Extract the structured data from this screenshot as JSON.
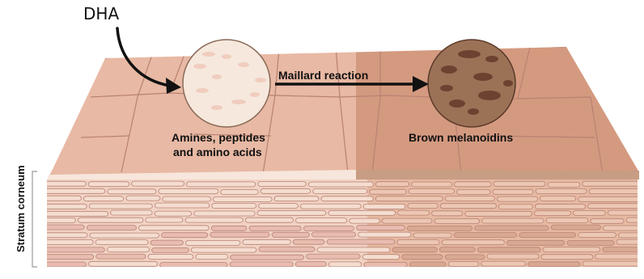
{
  "diagram": {
    "labels": {
      "dha": "DHA",
      "reaction": "Maillard reaction",
      "reactants_line1": "Amines, peptides",
      "reactants_line2": "and amino acids",
      "product": "Brown melanoidins",
      "layer": "Stratum corneum"
    },
    "colors": {
      "skin_light": "#e8b9a4",
      "skin_tanned": "#d49a80",
      "skin_edge": "#f7e6dc",
      "tanned_edge": "#c79d83",
      "cell_fill": "#f1d2c3",
      "cell_tanned": "#e6b9a3",
      "cell_stroke": "#b88272",
      "reactant_circle": "#f6e8dc",
      "reactant_spot": "#f0cdbf",
      "product_circle": "#9c7257",
      "product_spot": "#6b4330",
      "arrow": "#111111",
      "text": "#111111",
      "bracket": "#999999"
    }
  }
}
